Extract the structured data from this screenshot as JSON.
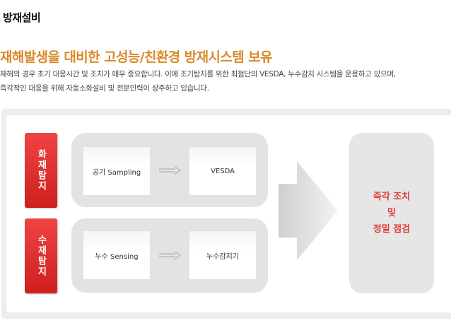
{
  "section_title": "방재설비",
  "headline": "재해발생을 대비한 고성능/친환경 방재시스템 보유",
  "description": [
    "재해의 경우 초기 대응시간 및 조치가 매우 중요합니다. 이에 조기탐지를 위한 최첨단의 VESDA, 누수감지 시스템을 운용하고 있으며,",
    "즉각적인 대응을 위해 자동소화설비 및 전문인력이 상주하고 있습니다."
  ],
  "diagram": {
    "fire_detection": {
      "label": "화재탐지",
      "source": "공기 Sampling",
      "device": "VESDA"
    },
    "leak_detection": {
      "label": "수재탐지",
      "source": "누수 Sensing",
      "device": "누수감지기"
    },
    "result": [
      "즉각 조치",
      "및",
      "정밀 점검"
    ]
  },
  "colors": {
    "headline": "#d88a2a",
    "tab_red": "#e03030",
    "result_text": "#e13a3a"
  }
}
